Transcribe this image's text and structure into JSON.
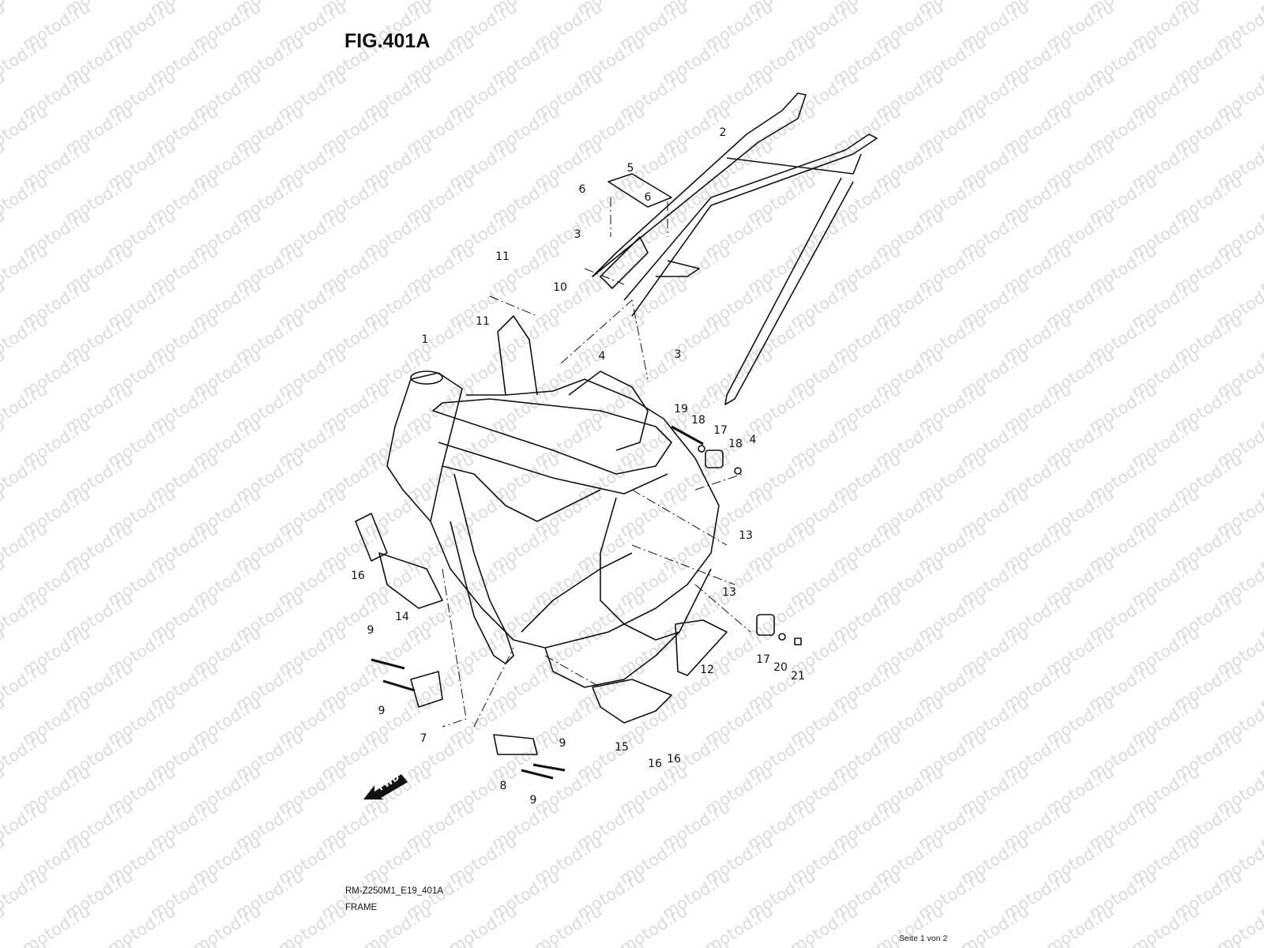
{
  "watermark": "motod.ru",
  "title": "FIG.401A",
  "model_code": "RM-Z250M1_E19_401A",
  "section_name": "FRAME",
  "page_indicator": "Seite 1 von 2",
  "fwd_label": "FWD",
  "callouts": [
    "2",
    "5",
    "6",
    "6",
    "3",
    "11",
    "11",
    "10",
    "1",
    "4",
    "3",
    "19",
    "18",
    "17",
    "18",
    "4",
    "13",
    "13",
    "16",
    "14",
    "9",
    "9",
    "7",
    "12",
    "17",
    "20",
    "21",
    "15",
    "16",
    "16",
    "9",
    "8",
    "9"
  ]
}
